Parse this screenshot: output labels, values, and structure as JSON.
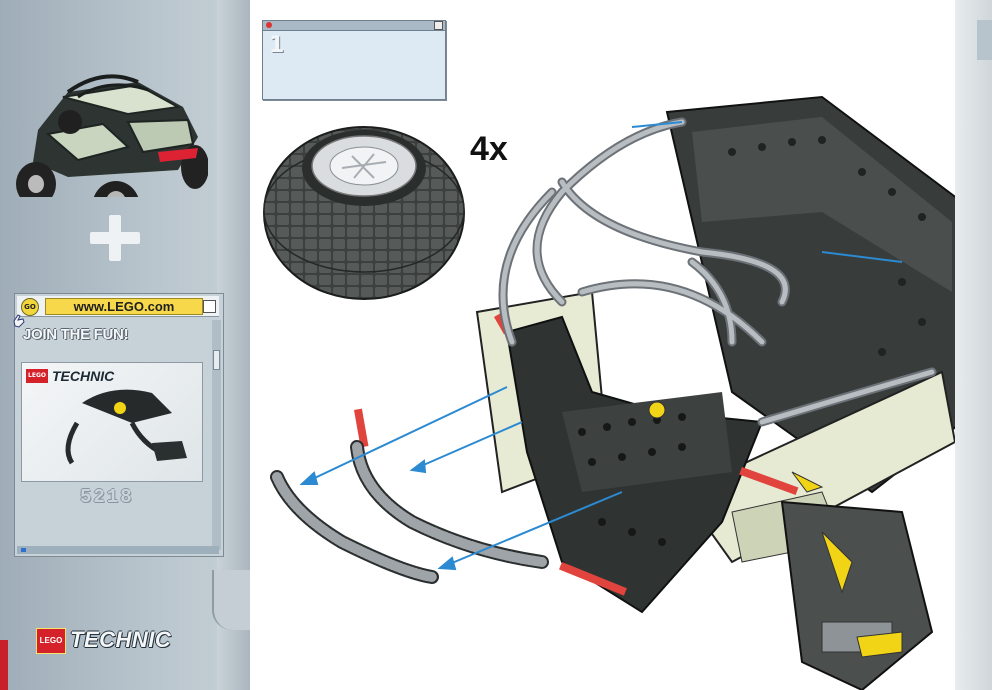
{
  "step": {
    "number": "1"
  },
  "part_quantity": "4x",
  "sidebar": {
    "url": "www.LEGO.com",
    "go_label": "GO",
    "join_text": "JOIN THE FUN!",
    "product_brand": "LEGO",
    "product_line": "TECHNIC",
    "set_number": "5218",
    "logo_brand": "LEGO",
    "logo_text": "TECHNIC"
  },
  "colors": {
    "sidebar": "#b9c5cd",
    "brick_dark": "#3a3f3e",
    "brick_cream": "#e8ecd4",
    "hose": "#a9b0b6",
    "arrow": "#2b8ad1",
    "axle_red": "#e0443c",
    "yellow": "#f2d417"
  }
}
